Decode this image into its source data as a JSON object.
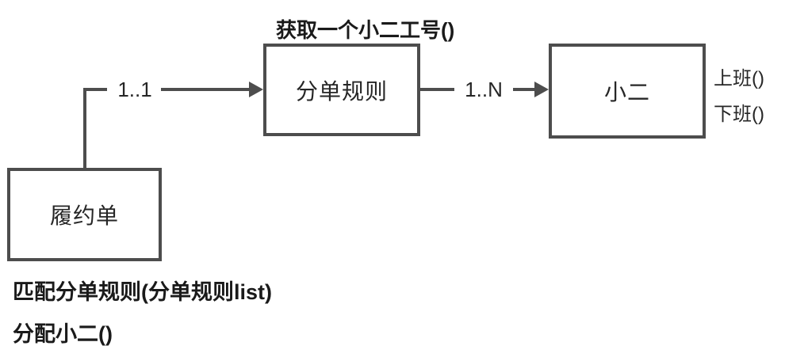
{
  "diagram": {
    "colors": {
      "line": "#4d4d4d",
      "box_border": "#4d4d4d",
      "text": "#262626",
      "bold_text": "#1a1a1a",
      "background": "#ffffff"
    },
    "boxes": [
      {
        "id": "fulfillment-order",
        "label": "履约单"
      },
      {
        "id": "dispatch-rule",
        "label": "分单规则"
      },
      {
        "id": "staff",
        "label": "小二"
      }
    ],
    "annotations": {
      "rule_top_method": "获取一个小二工号()",
      "multiplicity_order_to_rule": "1..1",
      "multiplicity_rule_to_staff": "1..N",
      "staff_method_clock_in": "上班()",
      "staff_method_clock_out": "下班()",
      "order_method_match_rule": "匹配分单规则(分单规则list)",
      "order_method_assign_staff": "分配小二()"
    }
  }
}
